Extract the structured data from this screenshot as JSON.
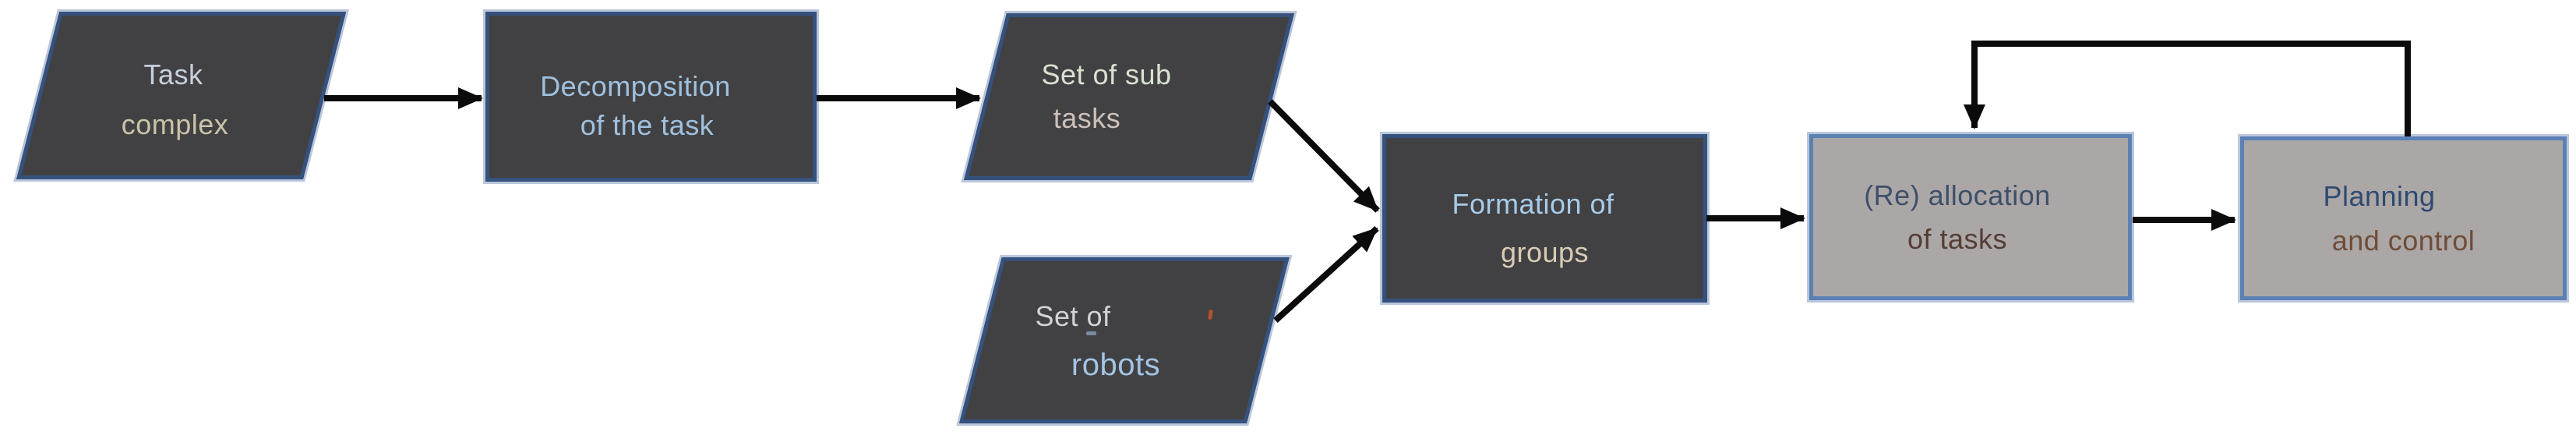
{
  "diagram": {
    "description": "Flowchart of multi-robot task decomposition and allocation",
    "colors": {
      "background": "#ffffff",
      "dark_node_fill": "#414143",
      "dark_node_border": "#35517e",
      "light_node_fill": "#aba7a6",
      "light_node_border": "#5b80b4",
      "arrow": "#0b0b0b",
      "speck_red": "#b5512c",
      "dash_blue": "#7d93ae"
    },
    "nodes": [
      {
        "id": "task-complex",
        "shape": "parallelogram",
        "style": "dark",
        "line1": "Task",
        "line1_color": "#c6d0de",
        "line2": "complex",
        "line2_color": "#cbc3a9"
      },
      {
        "id": "decomposition",
        "shape": "rectangle",
        "style": "dark",
        "line1": "Decomposition",
        "line1_color": "#9fc1df",
        "line2": "of the task",
        "line2_color": "#9fc1df"
      },
      {
        "id": "set-of-sub-tasks",
        "shape": "parallelogram",
        "style": "dark",
        "line1": "Set of sub",
        "line1_color": "#d9e2d0",
        "line2": "tasks",
        "line2_color": "#cdc1b9"
      },
      {
        "id": "set-of-robots",
        "shape": "parallelogram",
        "style": "dark",
        "line1": "Set of",
        "line1_color": "#d3d3d5",
        "line2": "robots",
        "line2_color": "#a3c4e4"
      },
      {
        "id": "formation-of-groups",
        "shape": "rectangle",
        "style": "dark",
        "line1": "Formation of",
        "line1_color": "#a8cbe8",
        "line2": "groups",
        "line2_color": "#d9cbb4"
      },
      {
        "id": "re-allocation-of-tasks",
        "shape": "rectangle",
        "style": "light",
        "line1": "(Re) allocation",
        "line1_color": "#3e4f69",
        "line2": "of tasks",
        "line2_color": "#533d35"
      },
      {
        "id": "planning-and-control",
        "shape": "rectangle",
        "style": "light",
        "line1": "Planning",
        "line1_color": "#2f4a70",
        "line2": "and control",
        "line2_color": "#6f4c38"
      }
    ],
    "edges": [
      {
        "from": "task-complex",
        "to": "decomposition",
        "type": "forward"
      },
      {
        "from": "decomposition",
        "to": "set-of-sub-tasks",
        "type": "forward"
      },
      {
        "from": "set-of-sub-tasks",
        "to": "formation-of-groups",
        "type": "forward"
      },
      {
        "from": "set-of-robots",
        "to": "formation-of-groups",
        "type": "forward"
      },
      {
        "from": "formation-of-groups",
        "to": "re-allocation-of-tasks",
        "type": "forward"
      },
      {
        "from": "re-allocation-of-tasks",
        "to": "planning-and-control",
        "type": "forward"
      },
      {
        "from": "planning-and-control",
        "to": "re-allocation-of-tasks",
        "type": "feedback"
      }
    ]
  }
}
